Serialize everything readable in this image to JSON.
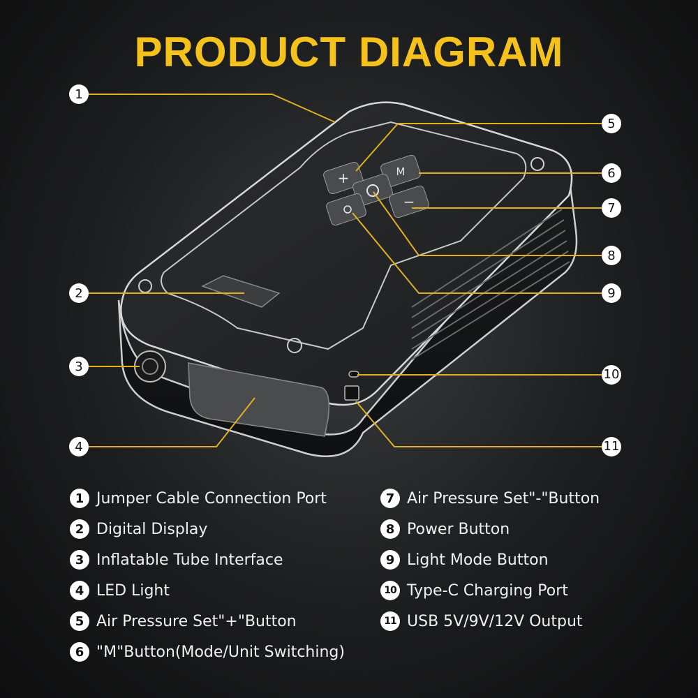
{
  "title": "PRODUCT DIAGRAM",
  "callouts": [
    {
      "num": "1"
    },
    {
      "num": "2"
    },
    {
      "num": "3"
    },
    {
      "num": "4"
    },
    {
      "num": "5"
    },
    {
      "num": "6"
    },
    {
      "num": "7"
    },
    {
      "num": "8"
    },
    {
      "num": "9"
    },
    {
      "num": "10"
    },
    {
      "num": "11"
    }
  ],
  "legend": {
    "left": [
      {
        "num": "1",
        "text": "Jumper Cable Connection Port"
      },
      {
        "num": "2",
        "text": "Digital Display"
      },
      {
        "num": "3",
        "text": "Inflatable Tube Interface"
      },
      {
        "num": "4",
        "text": "LED Light"
      },
      {
        "num": "5",
        "text": "Air Pressure Set\"+\"Button"
      },
      {
        "num": "6",
        "text": "\"M\"Button(Mode/Unit Switching)"
      }
    ],
    "right": [
      {
        "num": "7",
        "text": "Air Pressure Set\"-\"Button"
      },
      {
        "num": "8",
        "text": "Power Button"
      },
      {
        "num": "9",
        "text": "Light Mode Button"
      },
      {
        "num": "10",
        "text": "Type-C Charging Port"
      },
      {
        "num": "11",
        "text": "USB 5V/9V/12V Output"
      }
    ]
  },
  "buttons": {
    "plus": "+",
    "m": "M",
    "minus": "−"
  },
  "colors": {
    "accent": "#f4c21a",
    "line": "#e0b020",
    "device_outline": "#d8d8d8"
  }
}
